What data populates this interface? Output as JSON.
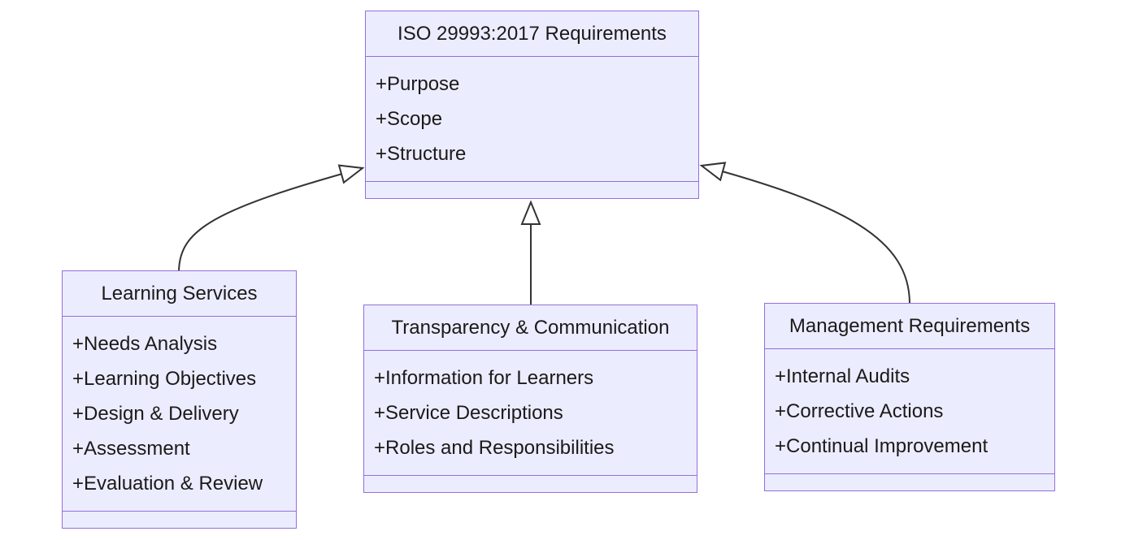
{
  "diagram": {
    "type": "uml-class-diagram",
    "classes": [
      {
        "name": "ISO 29993:2017 Requirements",
        "members": [
          "+Purpose",
          "+Scope",
          "+Structure"
        ]
      },
      {
        "name": "Learning Services",
        "members": [
          "+Needs Analysis",
          "+Learning Objectives",
          "+Design & Delivery",
          "+Assessment",
          "+Evaluation & Review"
        ]
      },
      {
        "name": "Transparency & Communication",
        "members": [
          "+Information for Learners",
          "+Service Descriptions",
          "+Roles and Responsibilities"
        ]
      },
      {
        "name": "Management Requirements",
        "members": [
          "+Internal Audits",
          "+Corrective Actions",
          "+Continual Improvement"
        ]
      }
    ],
    "relationships": [
      {
        "from": "Learning Services",
        "to": "ISO 29993:2017 Requirements",
        "type": "inheritance"
      },
      {
        "from": "Transparency & Communication",
        "to": "ISO 29993:2017 Requirements",
        "type": "inheritance"
      },
      {
        "from": "Management Requirements",
        "to": "ISO 29993:2017 Requirements",
        "type": "inheritance"
      }
    ],
    "colors": {
      "node_fill": "#ECECFF",
      "node_border": "#9370DB",
      "line": "#333333",
      "text": "#1a1a1a",
      "background": "#ffffff",
      "arrowhead_fill": "#ffffff"
    }
  }
}
